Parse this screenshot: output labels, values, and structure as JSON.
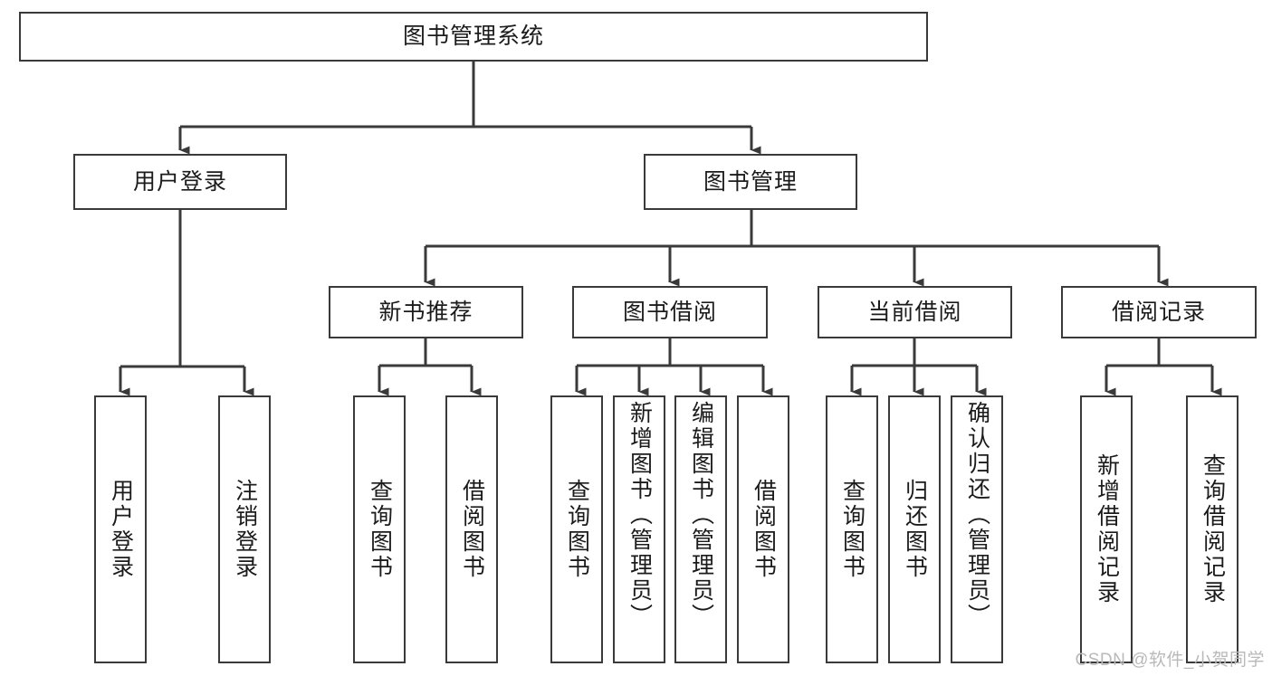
{
  "diagram": {
    "title": "图书管理系统",
    "type": "tree-hierarchy-chart",
    "line_color": "#3a3a3a",
    "text_color": "#1b1b1b",
    "background": "#ffffff"
  },
  "root": {
    "label": "图书管理系统"
  },
  "level2": [
    {
      "id": "user-login",
      "label": "用户登录"
    },
    {
      "id": "book-management",
      "label": "图书管理"
    }
  ],
  "level3": [
    {
      "id": "new-book-recommend",
      "label": "新书推荐"
    },
    {
      "id": "book-borrow",
      "label": "图书借阅"
    },
    {
      "id": "current-borrow",
      "label": "当前借阅"
    },
    {
      "id": "borrow-record",
      "label": "借阅记录"
    }
  ],
  "leaves": {
    "user_login": [
      {
        "id": "user-login-leaf",
        "label": "用户登录"
      },
      {
        "id": "user-logout-leaf",
        "label": "注销登录"
      }
    ],
    "new_book_recommend": [
      {
        "id": "query-book-1",
        "label": "查询图书"
      },
      {
        "id": "borrow-book-1",
        "label": "借阅图书"
      }
    ],
    "book_borrow": [
      {
        "id": "query-book-2",
        "label": "查询图书"
      },
      {
        "id": "add-book-admin",
        "label": "新增图书（管理员）"
      },
      {
        "id": "edit-book-admin",
        "label": "编辑图书（管理员）"
      },
      {
        "id": "borrow-book-2",
        "label": "借阅图书"
      }
    ],
    "current_borrow": [
      {
        "id": "query-book-3",
        "label": "查询图书"
      },
      {
        "id": "return-book",
        "label": "归还图书"
      },
      {
        "id": "confirm-return-admin",
        "label": "确认归还（管理员）"
      }
    ],
    "borrow_record": [
      {
        "id": "add-borrow-record",
        "label": "新增借阅记录"
      },
      {
        "id": "query-borrow-record",
        "label": "查询借阅记录"
      }
    ]
  },
  "watermark": {
    "text": "CSDN @软件_小贺同学"
  }
}
